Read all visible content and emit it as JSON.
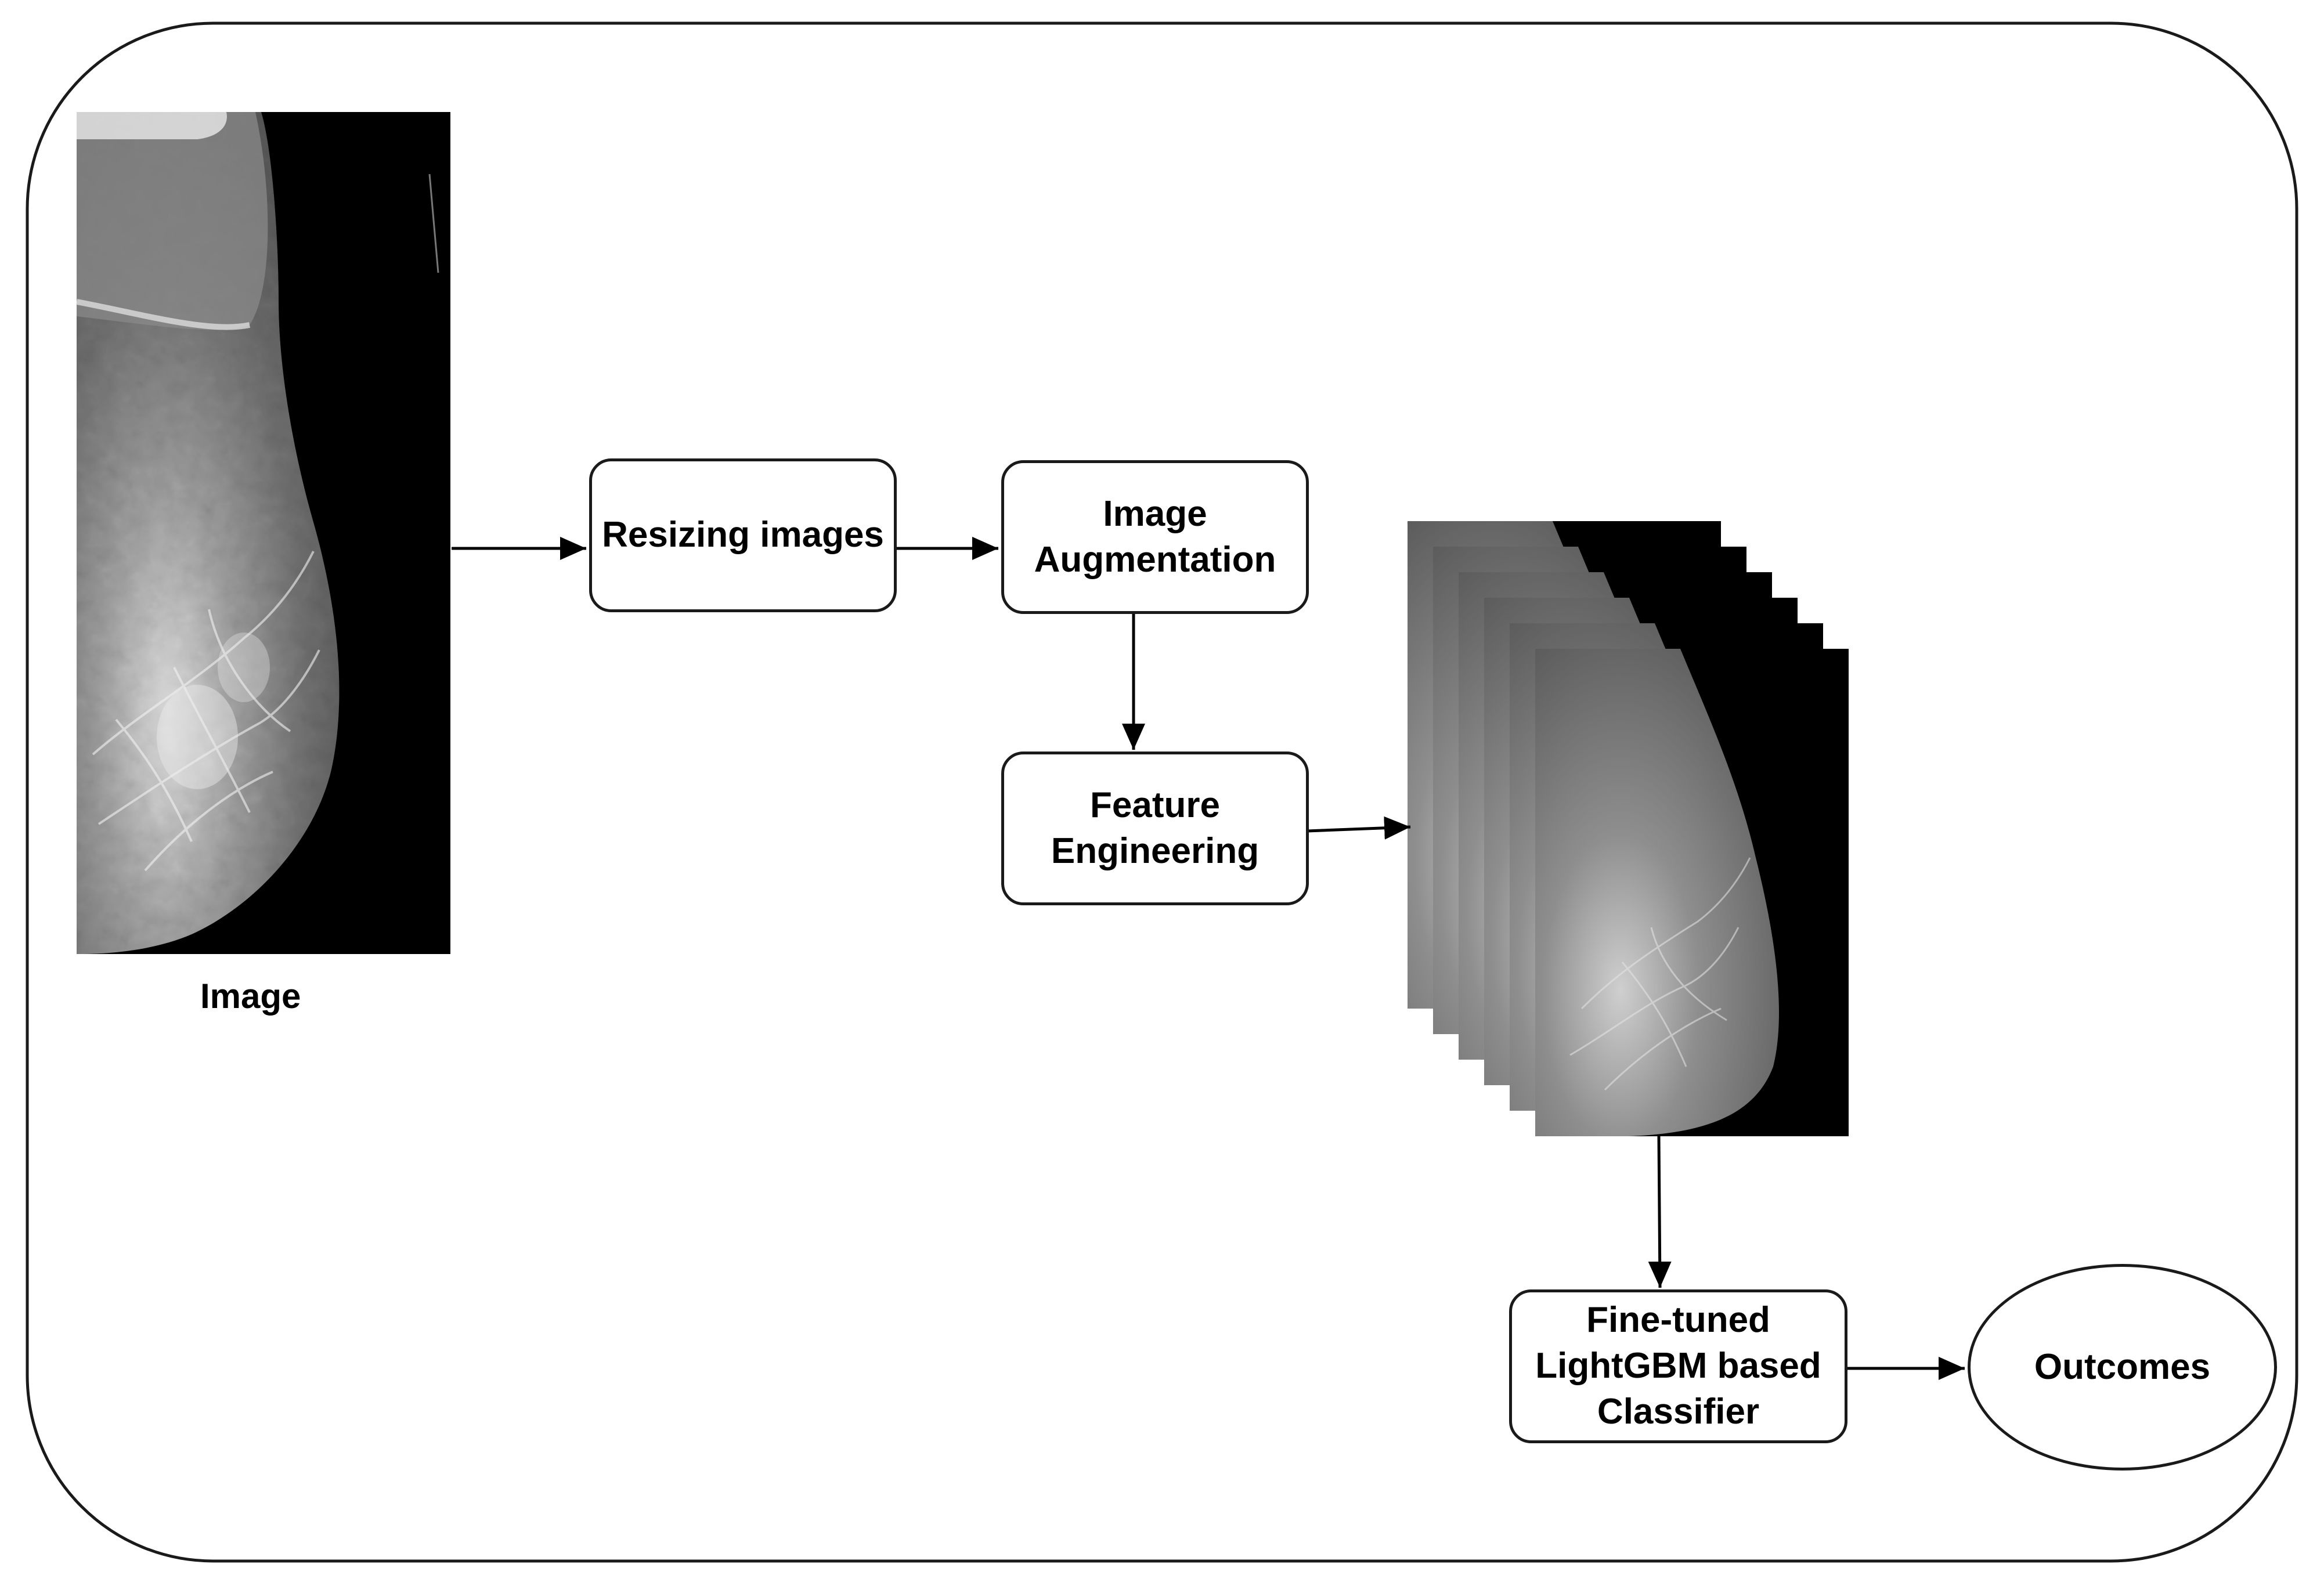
{
  "diagram": {
    "input_caption": "Image",
    "nodes": {
      "resize": "Resizing images",
      "augment": "Image\nAugmentation",
      "features": "Feature\nEngineering",
      "classifier": "Fine-tuned\nLightGBM based\nClassifier",
      "outcomes": "Outcomes"
    },
    "image_stack_count": 6,
    "edges": [
      [
        "input-image",
        "resize"
      ],
      [
        "resize",
        "augment"
      ],
      [
        "augment",
        "features"
      ],
      [
        "features",
        "image-stack"
      ],
      [
        "image-stack",
        "classifier"
      ],
      [
        "classifier",
        "outcomes"
      ]
    ]
  }
}
